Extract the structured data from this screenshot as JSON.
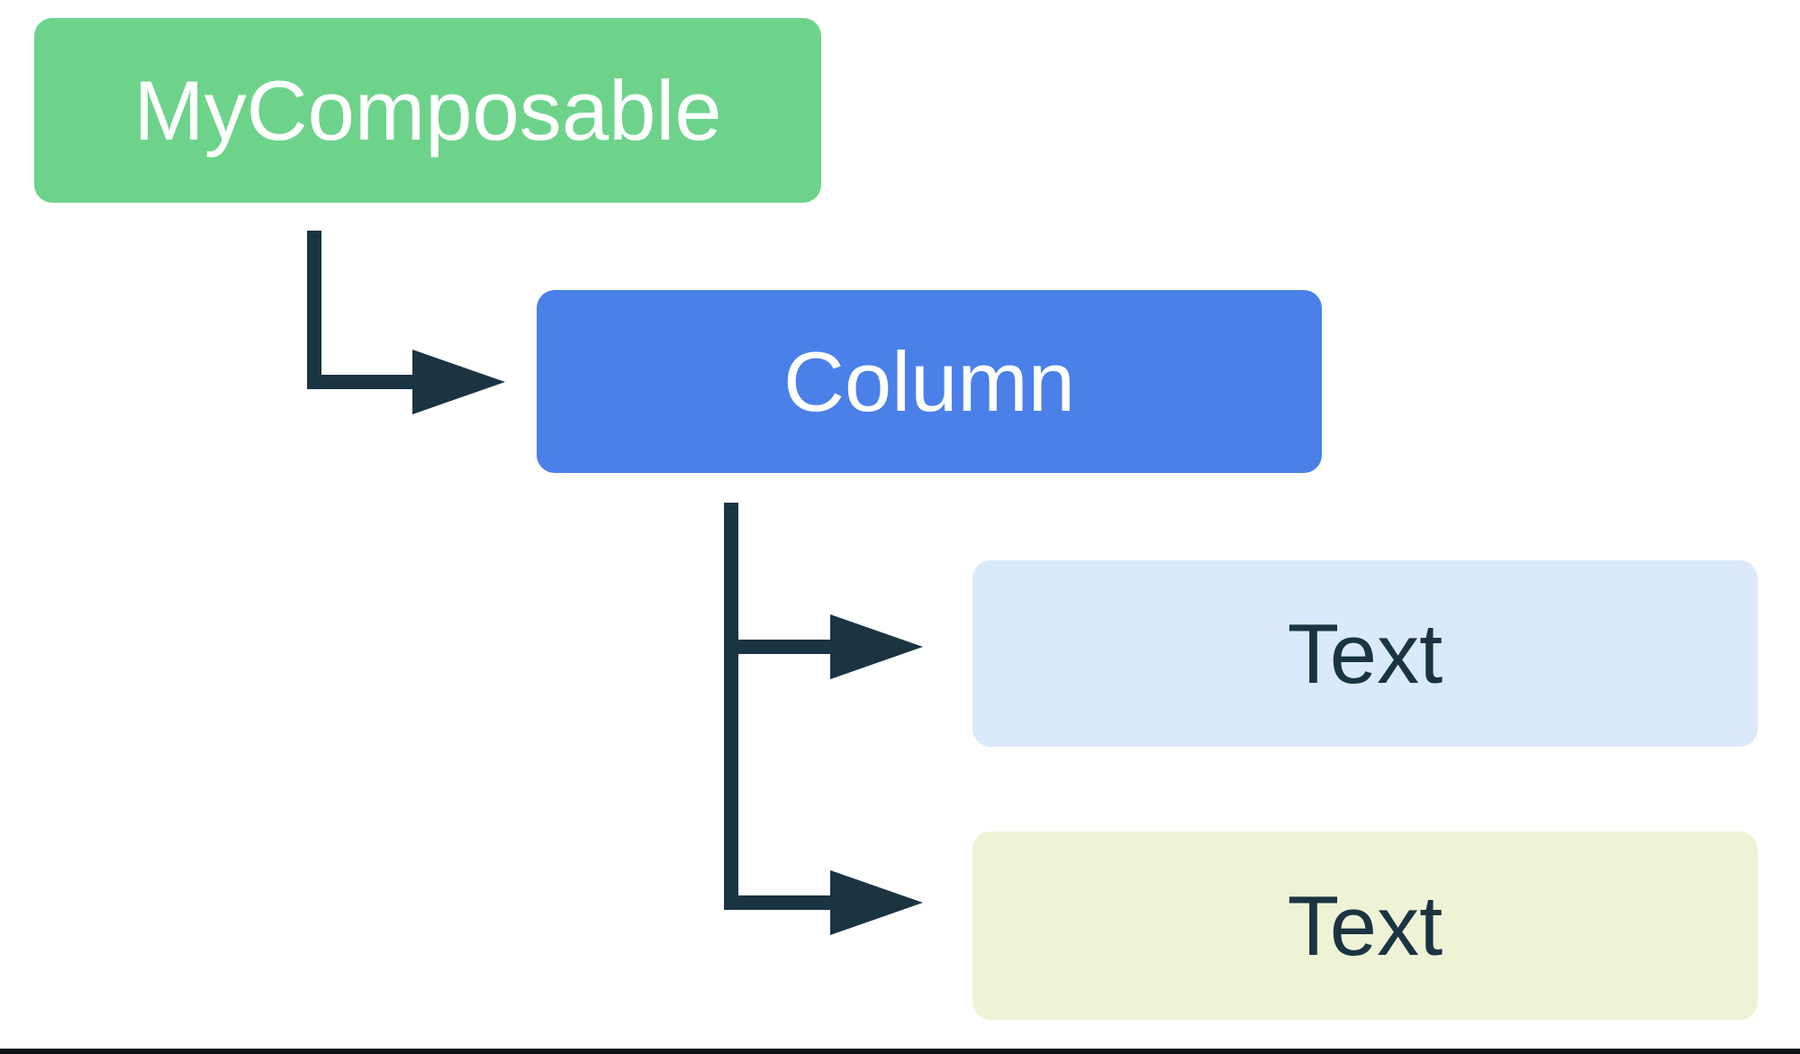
{
  "colors": {
    "background": "#FFFFFF",
    "node-mycomposable-bg": "#6DD38B",
    "node-column-bg": "#4A80E8",
    "node-text1-bg": "#DBEAFB",
    "node-text2-bg": "#EFF3D6",
    "node-dark-on-label": "#FFFFFF",
    "node-light-on-label": "#1B3442",
    "connector": "#1B3442",
    "bottom-rule": "#0E141A"
  },
  "diagram": {
    "type": "tree",
    "nodes": [
      {
        "id": "mycomposable",
        "label": "MyComposable",
        "level": 0,
        "bg": "#6DD38B",
        "text_color": "#FFFFFF"
      },
      {
        "id": "column",
        "label": "Column",
        "level": 1,
        "parent": "mycomposable",
        "bg": "#4A80E8",
        "text_color": "#FFFFFF"
      },
      {
        "id": "text-1",
        "label": "Text",
        "level": 2,
        "parent": "column",
        "bg": "#DBEAFB",
        "text_color": "#1B3442"
      },
      {
        "id": "text-2",
        "label": "Text",
        "level": 2,
        "parent": "column",
        "bg": "#EFF3D6",
        "text_color": "#1B3442"
      }
    ],
    "edges": [
      {
        "from": "mycomposable",
        "to": "column",
        "style": "elbow-arrow"
      },
      {
        "from": "column",
        "to": "text-1",
        "style": "elbow-arrow"
      },
      {
        "from": "column",
        "to": "text-2",
        "style": "elbow-arrow"
      }
    ]
  }
}
